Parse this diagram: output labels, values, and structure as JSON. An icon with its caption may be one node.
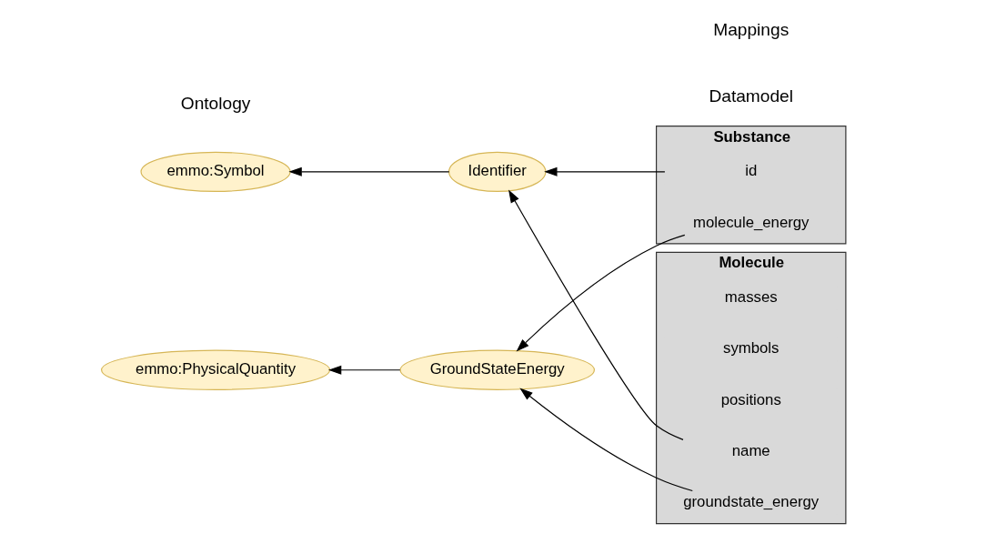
{
  "diagram": {
    "nodes": [
      {
        "text": [
          "emmo:Symbol"
        ]
      },
      {
        "text": [
          "Identifier"
        ]
      },
      {
        "text": [
          "emmo:PhysicalQuantity"
        ]
      },
      {
        "text": [
          "GroundStateEnergy"
        ]
      },
      {
        "text": [
          "Molecule"
        ]
      },
      {
        "text": [
          "name"
        ],
        "in": 4
      },
      {
        "text": [
          "positions"
        ],
        "in": 4
      },
      {
        "text": [
          "symbols"
        ],
        "in": 4
      },
      {
        "text": [
          "masses"
        ],
        "in": 4
      },
      {
        "text": [
          "groundstate_energy"
        ],
        "in": 4
      },
      {
        "text": [
          "Substance"
        ]
      },
      {
        "text": [
          "id"
        ],
        "in": 10
      },
      {
        "text": [
          "molecule_energy"
        ],
        "in": 10
      }
    ],
    "edges": [
      {
        "from": 1,
        "to": 0,
        "arrow": "to"
      },
      {
        "from": 3,
        "to": 2,
        "arrow": "to"
      },
      {
        "from": 5,
        "to": 1,
        "arrow": "to"
      },
      {
        "from": 9,
        "to": 3,
        "arrow": "to"
      },
      {
        "from": 11,
        "to": 1,
        "arrow": "to"
      },
      {
        "from": 12,
        "to": 3,
        "arrow": "to"
      }
    ],
    "labels": [
      "Ontology",
      "Datamodel",
      "Mappings"
    ]
  }
}
